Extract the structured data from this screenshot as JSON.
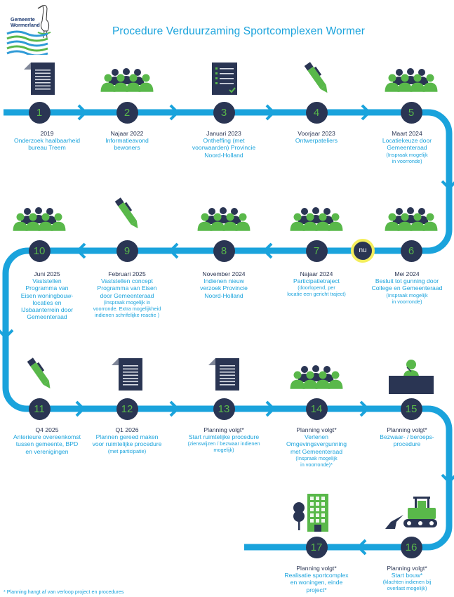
{
  "header": {
    "title": "Procedure Verduurzaming Sportcomplexen Wormer",
    "logo_line1": "Gemeente",
    "logo_line2": "Wormerland"
  },
  "colors": {
    "path": "#1aa3dc",
    "node": "#2a3553",
    "accent_green": "#59b84a",
    "now_marker": "#f4ee5c"
  },
  "now_marker": {
    "label": "nu",
    "between_steps": [
      6,
      7
    ]
  },
  "steps": [
    {
      "num": "1",
      "icon": "document-icon",
      "date": "2019",
      "title": "Onderzoek haalbaarheid\nbureau Treem",
      "note": ""
    },
    {
      "num": "2",
      "icon": "people-icon",
      "date": "Najaar 2022",
      "title": "Informatieavond\nbewoners",
      "note": ""
    },
    {
      "num": "3",
      "icon": "checklist-icon",
      "date": "Januari 2023",
      "title": "Ontheffing (met\nvoorwaarden) Provincie\nNoord-Holland",
      "note": ""
    },
    {
      "num": "4",
      "icon": "pen-icon",
      "date": "Voorjaar 2023",
      "title": "Ontwerpateliers",
      "note": ""
    },
    {
      "num": "5",
      "icon": "people-icon",
      "date": "Maart 2024",
      "title": "Locatiekeuze door\nGemeenteraad",
      "note": "(Inspraak mogelijk\nin voorronde)"
    },
    {
      "num": "6",
      "icon": "people-icon",
      "date": "Mei 2024",
      "title": "Besluit tot gunning door\nCollege en Gemeenteraad",
      "note": "(Inspraak mogelijk\nin voorronde)"
    },
    {
      "num": "7",
      "icon": "people-icon",
      "date": "Najaar 2024",
      "title": "Participatietraject",
      "note": "(doorlopend, per\nlocatie een gericht traject)"
    },
    {
      "num": "8",
      "icon": "people-icon",
      "date": "November 2024",
      "title": "Indienen nieuw\nverzoek Provincie\nNoord-Holland",
      "note": ""
    },
    {
      "num": "9",
      "icon": "pen-icon",
      "date": "Februari 2025",
      "title": "Vaststellen concept\nProgramma van Eisen\ndoor Gemeenteraad",
      "note": "(inspraak mogelijk in\nvoorronde. Extra mogelijkheid\nindienen schrifelijke reactie )"
    },
    {
      "num": "10",
      "icon": "people-icon",
      "date": "Juni 2025",
      "title": "Vaststellen\nProgramma van\nEisen woningbouw-\nlocaties en\nIJsbaanterrein door\nGemeenteraad",
      "note": ""
    },
    {
      "num": "11",
      "icon": "pen-icon",
      "date": "Q4 2025",
      "title": "Anterieure overeenkomst\ntussen gemeente, BPD\nen verenigingen",
      "note": ""
    },
    {
      "num": "12",
      "icon": "document-icon",
      "date": "Q1 2026",
      "title": "Plannen gereed maken\nvoor ruimtelijke procedure",
      "note": "(met participatie)"
    },
    {
      "num": "13",
      "icon": "document-icon",
      "date": "Planning volgt*",
      "title": "Start ruimtelijke procedure",
      "note": "(zienswijzen / bezwaar indienen\nmogelijk)"
    },
    {
      "num": "14",
      "icon": "people-icon",
      "date": "Planning volgt*",
      "title": "Verlenen\nOmgevingsvergunning\nmet Gemeenteraad",
      "note": "(Inspraak mogelijk\nin voorronde)*"
    },
    {
      "num": "15",
      "icon": "speaker-icon",
      "date": "Planning volgt*",
      "title": "Bezwaar- / beroeps-\nprocedure",
      "note": ""
    },
    {
      "num": "16",
      "icon": "bulldozer-icon",
      "date": "Planning volgt*",
      "title": "Start bouw*",
      "note": "(klachten indienen bij\noverlast mogelijk)"
    },
    {
      "num": "17",
      "icon": "building-icon",
      "date": "Planning volgt*",
      "title": "Realisatie sportcomplex\nen woningen, einde\nproject*",
      "note": ""
    }
  ],
  "footnote": "*   Planning hangt af van verloop project en procedures"
}
